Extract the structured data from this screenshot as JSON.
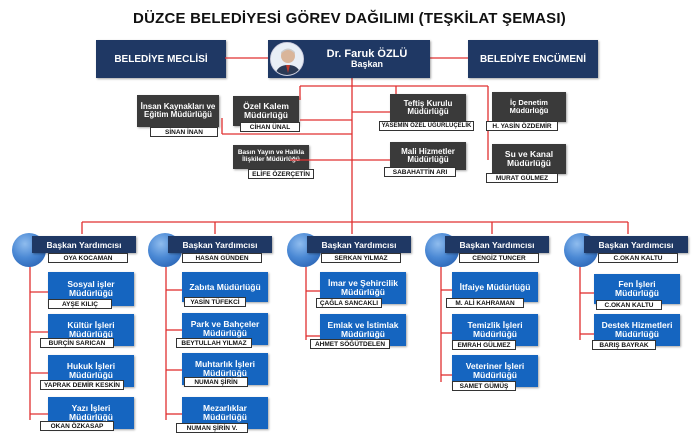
{
  "title": "DÜZCE BELEDİYESİ GÖREV DAĞILIMI (TEŞKİLAT ŞEMASI)",
  "mayor": {
    "name": "Dr. Faruk ÖZLÜ",
    "role": "Başkan"
  },
  "council": "BELEDİYE MECLİSİ",
  "committee": "BELEDİYE ENCÜMENİ",
  "left_units": [
    {
      "title": "İnsan Kaynakları ve Eğitim Müdürlüğü",
      "person": "SİNAN İNAN"
    },
    {
      "title": "Özel Kalem Müdürlüğü",
      "person": "CİHAN ÜNAL"
    },
    {
      "title": "Basın Yayın ve Halkla İlişkiler Müdürlüğü",
      "person": "ELİFE ÖZERÇETİN"
    }
  ],
  "right_units": [
    {
      "title": "Teftiş Kurulu Müdürlüğü",
      "person": "YASEMİN ÖZEL UĞURLUÇELİK"
    },
    {
      "title": "Mali Hizmetler Müdürlüğü",
      "person": "SABAHATTİN ARI"
    },
    {
      "title": "İç Denetim Müdürlüğü",
      "person": "H. YASİN ÖZDEMİR"
    },
    {
      "title": "Su ve Kanal Müdürlüğü",
      "person": "MURAT GÜLMEZ"
    }
  ],
  "deputies": [
    {
      "title": "Başkan Yardımcısı",
      "name": "OYA KOCAMAN",
      "units": [
        {
          "title": "Sosyal işler Müdürlüğü",
          "person": "AYŞE KILIÇ"
        },
        {
          "title": "Kültür İşleri Müdürlüğü",
          "person": "BURÇİN SARICAN"
        },
        {
          "title": "Hukuk İşleri Müdürlüğü",
          "person": "YAPRAK DEMİR KESKİN"
        },
        {
          "title": "Yazı İşleri Müdürlüğü",
          "person": "OKAN ÖZKASAP"
        }
      ]
    },
    {
      "title": "Başkan Yardımcısı",
      "name": "HASAN GÜNDEN",
      "units": [
        {
          "title": "Zabıta Müdürlüğü",
          "person": "YASİN TÜFEKCİ"
        },
        {
          "title": "Park ve Bahçeler Müdürlüğü",
          "person": "BEYTULLAH YILMAZ"
        },
        {
          "title": "Muhtarlık İşleri Müdürlüğü",
          "person": "NUMAN ŞİRİN"
        },
        {
          "title": "Mezarlıklar Müdürlüğü",
          "person": "NUMAN ŞİRİN V."
        }
      ]
    },
    {
      "title": "Başkan Yardımcısı",
      "name": "SERKAN YILMAZ",
      "units": [
        {
          "title": "İmar ve Şehircilik Müdürlüğü",
          "person": "ÇAĞLA SANCAKLI"
        },
        {
          "title": "Emlak ve İstimlak Müdürlüğü",
          "person": "AHMET SÖĞÜTDELEN"
        }
      ]
    },
    {
      "title": "Başkan Yardımcısı",
      "name": "CENGİZ TUNCER",
      "units": [
        {
          "title": "İtfaiye Müdürlüğü",
          "person": "M. ALİ KAHRAMAN"
        },
        {
          "title": "Temizlik İşleri Müdürlüğü",
          "person": "EMRAH GÜLMEZ"
        },
        {
          "title": "Veteriner İşleri Müdürlüğü",
          "person": "SAMET GÜMÜŞ"
        }
      ]
    },
    {
      "title": "Başkan Yardımcısı",
      "name": "C.OKAN KALTU",
      "units": [
        {
          "title": "Fen İşleri Müdürlüğü",
          "person": "C.OKAN KALTU"
        },
        {
          "title": "Destek Hizmetleri Müdürlüğü",
          "person": "BARIŞ BAYRAK"
        }
      ]
    }
  ],
  "colors": {
    "navy": "#1f3864",
    "blue": "#1565c0",
    "line": "#e03030",
    "gray": "#3a3a3a"
  }
}
